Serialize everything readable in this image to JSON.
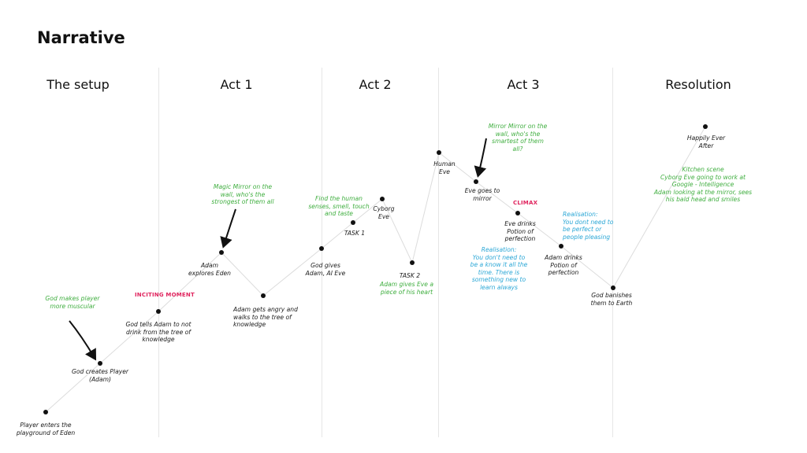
{
  "title": "Narrative",
  "acts": [
    "The setup",
    "Act 1",
    "Act 2",
    "Act 3",
    "Resolution"
  ],
  "events": {
    "player_enters": "Player enters the\nplayground of Eden",
    "god_creates": "God creates Player\n(Adam)",
    "god_tells": "God tells Adam to not\ndrink from the tree of\nknowledge",
    "adam_explores": "Adam\nexplores Eden",
    "adam_angry": "Adam gets angry and\nwalks to the tree of\nknowledge",
    "god_gives": "God gives\nAdam, AI Eve",
    "task1": "TASK 1",
    "cyborg_eve": "Cyborg\nEve",
    "task2": "TASK 2",
    "human_eve": "Human\nEve",
    "eve_mirror": "Eve goes to\nmirror",
    "eve_drinks": "Eve drinks\nPotion of\nperfection",
    "adam_drinks": "Adam drinks\nPotion of\nperfection",
    "god_banishes": "God banishes\nthem to Earth",
    "happily": "Happily Ever\nAfter"
  },
  "notes": {
    "muscular": "God makes player\nmore muscular",
    "mirror_strongest": "Magic Mirror on the\nwall, who's the\nstrongest of them all",
    "human_senses": "Find the human\nsenses, smell, touch\nand taste",
    "gives_heart": "Adam gives Eve a\npiece of his heart",
    "mirror_smartest": "Mirror Mirror on the\nwall, who's the\nsmartest of them\nall?",
    "kitchen": "Kitchen scene\nCyborg Eve going to work at\nGoogle - Intelligence\nAdam looking at the mirror, sees\nhis bald head and smiles",
    "realisation_know": "Realisation:\nYou don't need to\nbe a know it all the\ntime. There is\nsomething new to\nlearn always",
    "realisation_perfect": "Realisation:\nYou dont need to\nbe perfect or\npeople pleasing"
  },
  "tags": {
    "inciting": "INCITING MOMENT",
    "climax": "CLIMAX"
  },
  "colors": {
    "text": "#1a1a1a",
    "note_green": "#3fae3f",
    "note_blue": "#2ba7d6",
    "tag_pink": "#e0245e",
    "line": "#d9d9d9"
  }
}
